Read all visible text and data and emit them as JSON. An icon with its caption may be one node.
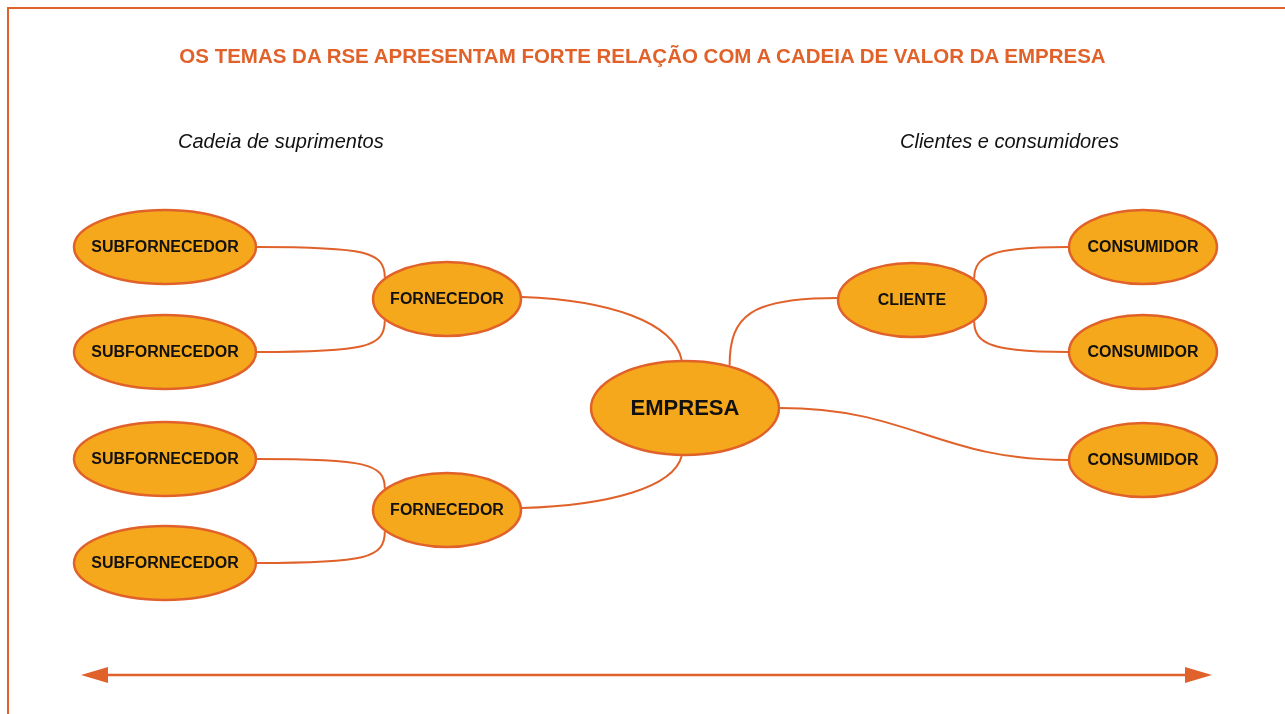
{
  "diagram": {
    "title": "OS TEMAS DA RSE APRESENTAM FORTE RELAÇÃO COM A CADEIA DE VALOR DA EMPRESA",
    "nodes": [
      {
        "text": [
          "SUBFORNECEDOR"
        ]
      },
      {
        "text": [
          "FORNECEDOR"
        ]
      },
      {
        "text": [
          "SUBFORNECEDOR"
        ]
      },
      {
        "text": [
          "EMPRESA"
        ]
      },
      {
        "text": [
          "SUBFORNECEDOR"
        ]
      },
      {
        "text": [
          "FORNECEDOR"
        ]
      },
      {
        "text": [
          "SUBFORNECEDOR"
        ]
      },
      {
        "text": [
          "CLIENTE"
        ]
      },
      {
        "text": [
          "CONSUMIDOR"
        ]
      },
      {
        "text": [
          "CONSUMIDOR"
        ]
      },
      {
        "text": [
          "CONSUMIDOR"
        ]
      }
    ],
    "edges": [
      {
        "from": 0,
        "to": 1,
        "arrow": "none"
      },
      {
        "from": 2,
        "to": 1,
        "arrow": "none"
      },
      {
        "from": 1,
        "to": 3,
        "arrow": "none"
      },
      {
        "from": 4,
        "to": 5,
        "arrow": "none"
      },
      {
        "from": 6,
        "to": 5,
        "arrow": "none"
      },
      {
        "from": 5,
        "to": 3,
        "arrow": "none"
      },
      {
        "from": 3,
        "to": 7,
        "arrow": "none"
      },
      {
        "from": 7,
        "to": 8,
        "arrow": "none"
      },
      {
        "from": 7,
        "to": 9,
        "arrow": "none"
      },
      {
        "from": 3,
        "to": 10,
        "arrow": "none"
      }
    ],
    "labels": [
      "Cadeia de suprimentos",
      "Clientes e consumidores"
    ]
  }
}
